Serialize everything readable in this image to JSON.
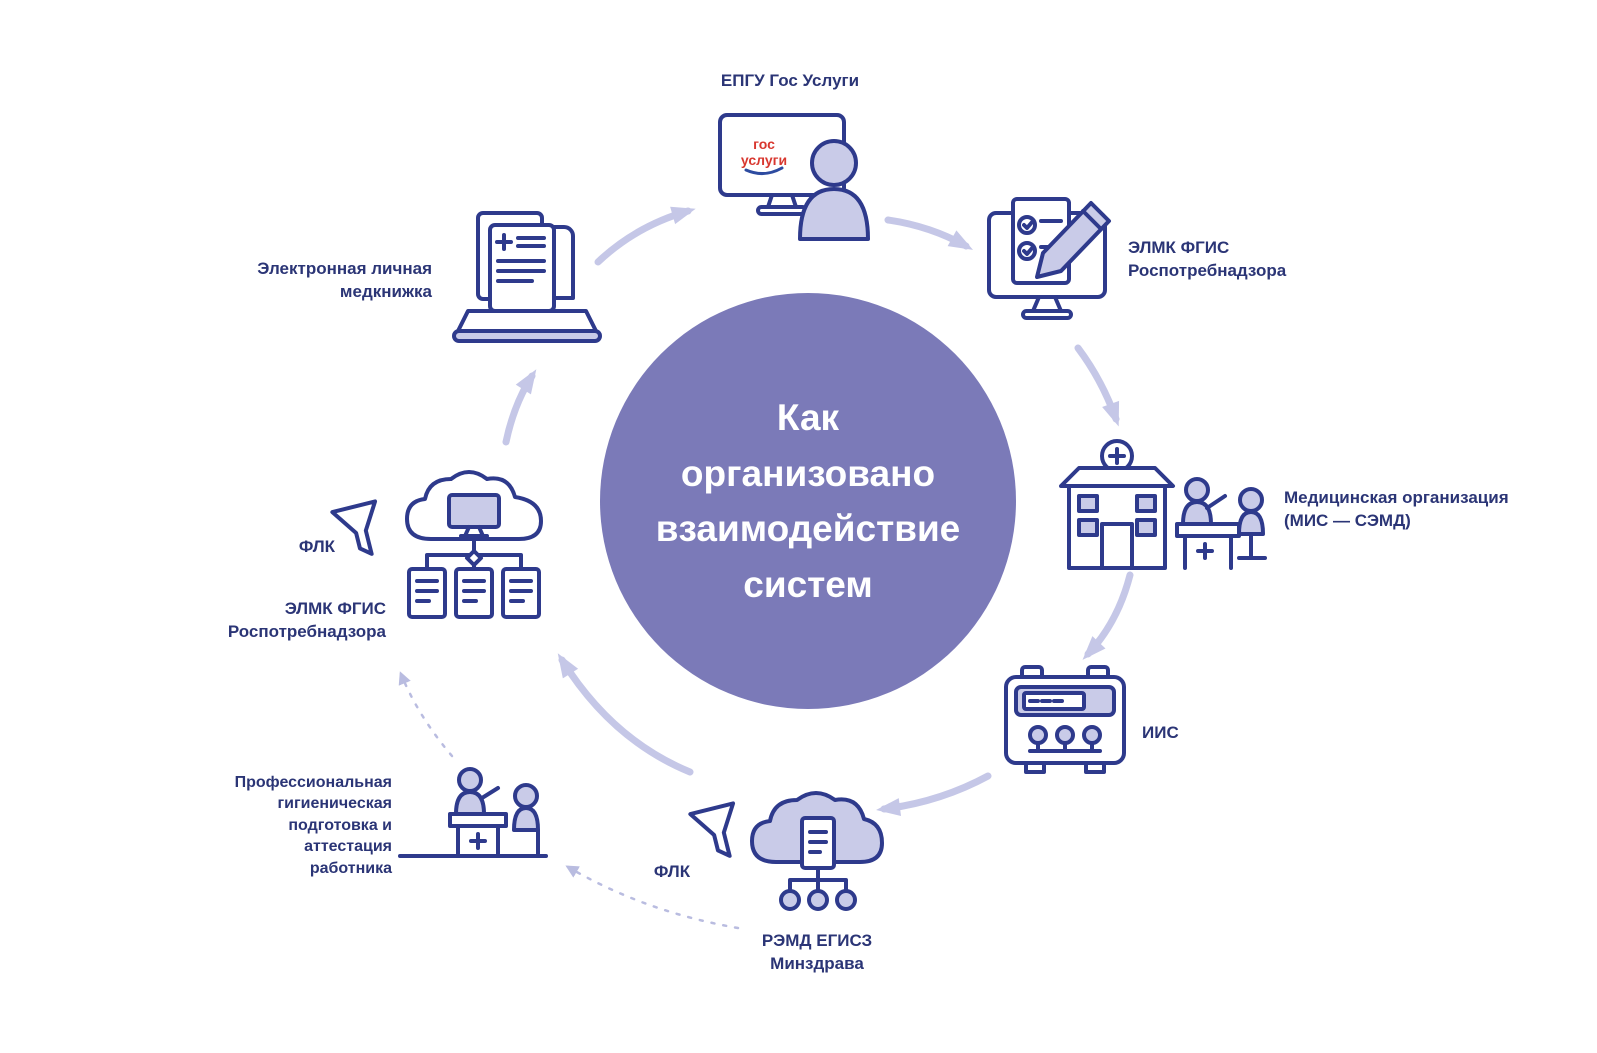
{
  "center": {
    "title": "Как организовано взаимодействие систем",
    "lines": [
      "Как",
      "организовано",
      "взаимодействие",
      "систем"
    ]
  },
  "nodes": {
    "epgu": {
      "label": "ЕПГУ Гос Услуги",
      "icon": "monitor-person-icon",
      "logo_line1": "гос",
      "logo_line2": "услуги"
    },
    "elmk_right": {
      "icon": "checklist-monitor-pencil-icon",
      "lines": [
        "ЭЛМК ФГИС",
        "Роспотребнадзора"
      ]
    },
    "med_org": {
      "icon": "hospital-reception-icon",
      "lines": [
        "Медицинская организация",
        "(МИС — СЭМД)"
      ]
    },
    "iis": {
      "icon": "server-icon",
      "label": "ИИС"
    },
    "remd": {
      "icon": "cloud-document-network-icon",
      "lines": [
        "РЭМД ЕГИСЗ",
        "Минздрава"
      ],
      "flk": "ФЛК"
    },
    "training": {
      "icon": "training-desk-icon",
      "lines": [
        "Профессиональная",
        "гигиеническая",
        "подготовка и аттестация",
        "работника"
      ]
    },
    "elmk_left": {
      "icon": "cloud-monitor-documents-icon",
      "lines": [
        "ЭЛМК ФГИС",
        "Роспотребнадзора"
      ],
      "flk": "ФЛК"
    },
    "medbook": {
      "icon": "laptop-documents-icon",
      "lines": [
        "Электронная личная",
        "медкнижка"
      ]
    }
  },
  "colors": {
    "outline": "#2e3a8c",
    "accent_fill": "#c9cbe8",
    "arrow": "#c5c7e7",
    "dashed_arrow": "#b9bce0",
    "label_text": "#2b3576",
    "center_bg": "#7b7ab8",
    "logo_red": "#d8372f",
    "logo_blue": "#2d4ba0"
  }
}
